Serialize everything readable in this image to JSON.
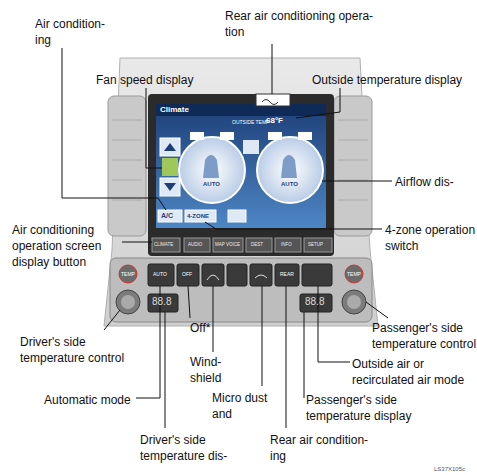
{
  "diagram": {
    "labels": [
      "Air condition- ing",
      "Rear air conditioning opera- tion",
      "Fan speed display",
      "Outside temperature display",
      "Airflow dis-",
      "Air conditioning operation screen display button",
      "4-zone operation switch",
      "Driver's side temperature control",
      "Off*",
      "Passenger's side temperature control",
      "Wind- shield",
      "Outside air or recirculated air mode",
      "Automatic mode",
      "Micro dust and",
      "Passenger's side temperature display",
      "Driver's side temperature dis-",
      "Rear air condition- ing",
      "LS37X105c",
      "Climate",
      "OUTSIDE TEMP",
      "68°F",
      "AUTO",
      "AUTO",
      "A/C",
      "4-ZONE",
      "CLIMATE",
      "AUDIO",
      "MAP VOICE",
      "DEST",
      "INFO",
      "SETUP",
      "TEMP",
      "TEMP",
      "AUTO",
      "OFF",
      "REAR",
      "88.8",
      "88.8"
    ]
  }
}
